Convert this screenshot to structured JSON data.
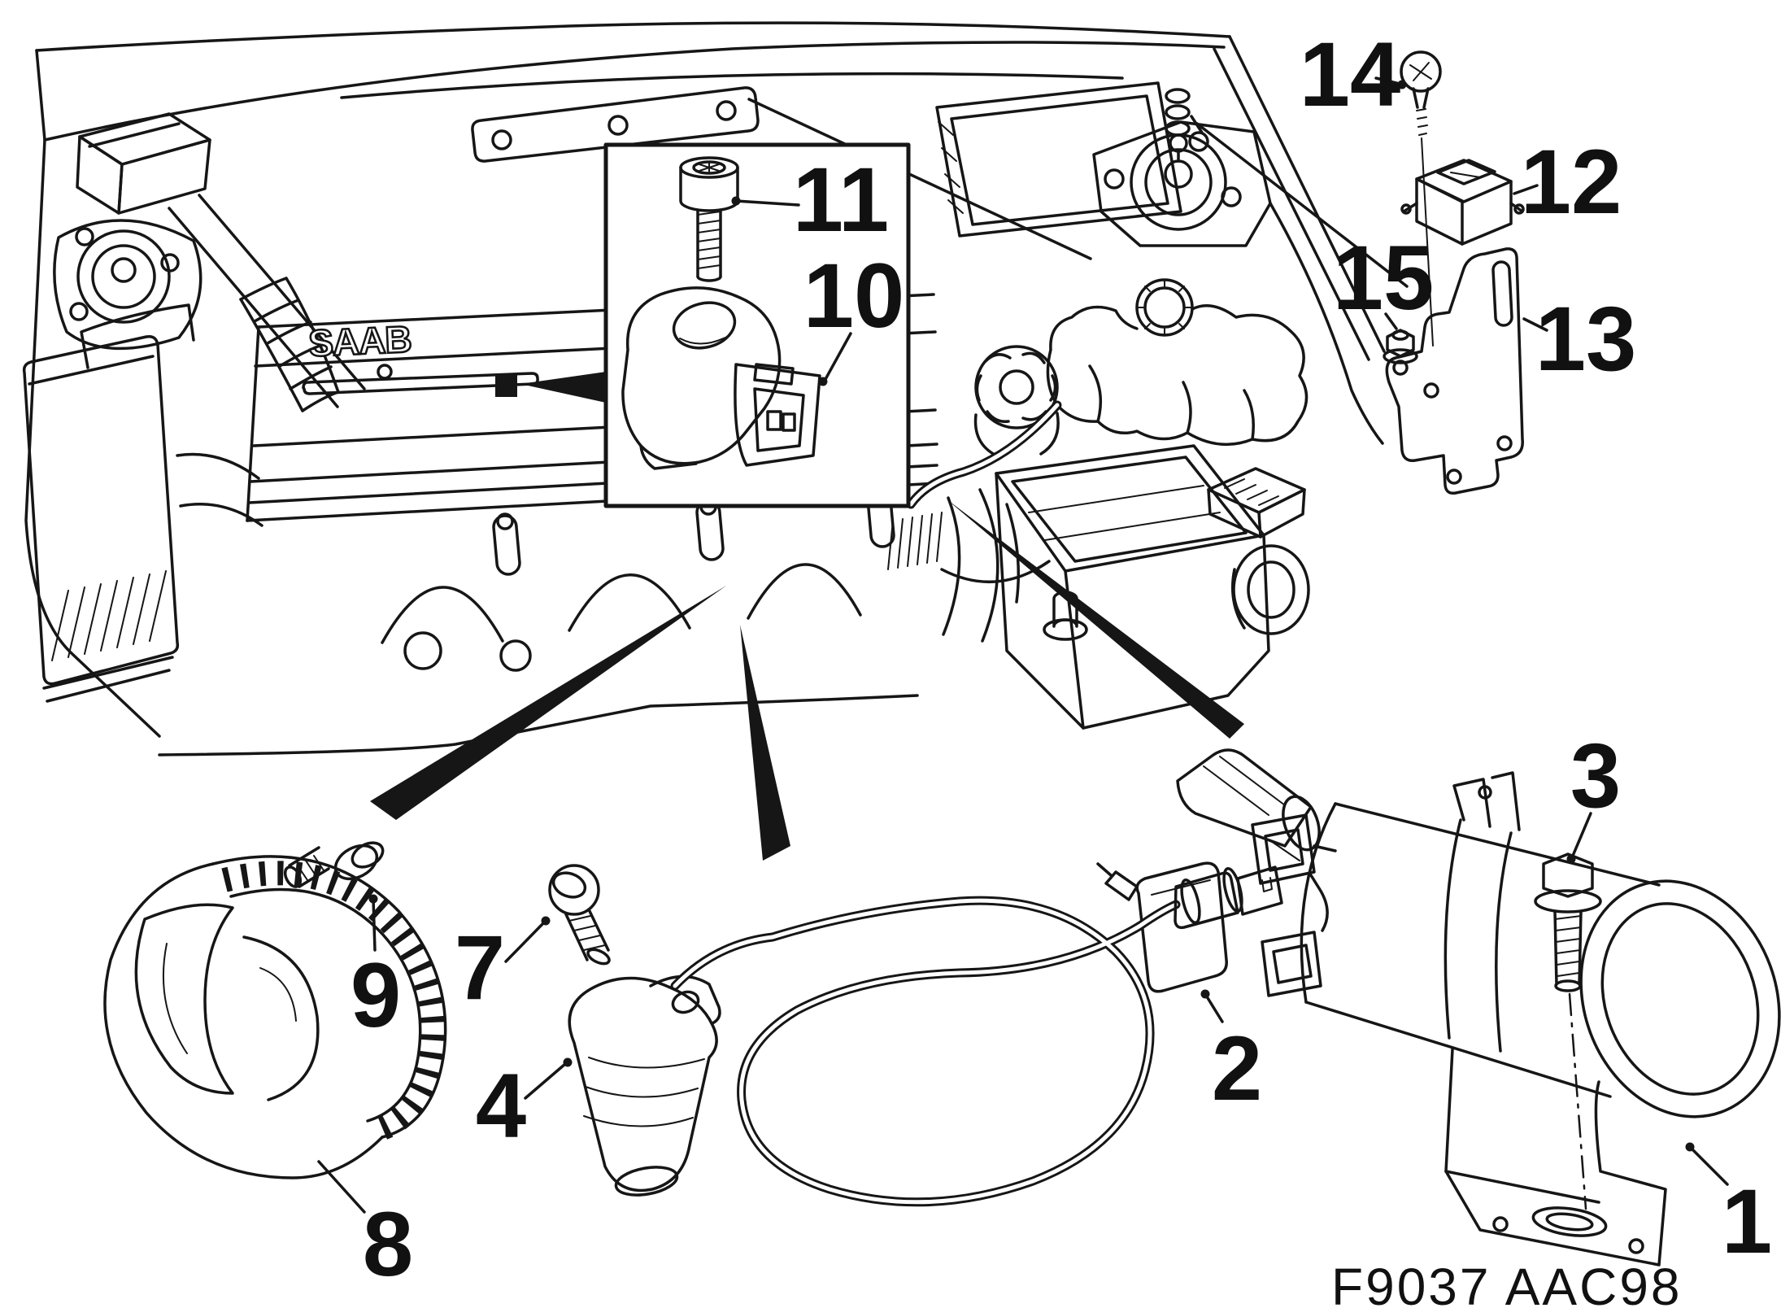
{
  "figure": {
    "brand_logo": "SAAB",
    "figure_code": "F9037 AAC98"
  },
  "callouts": [
    "1",
    "2",
    "3",
    "4",
    "7",
    "8",
    "9",
    "10",
    "11",
    "12",
    "13",
    "14",
    "15"
  ],
  "colors": {
    "line": "#161616",
    "background": "#ffffff"
  }
}
